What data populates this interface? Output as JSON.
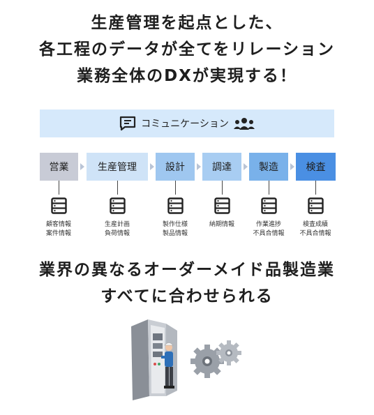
{
  "headline_top": {
    "lines": [
      "生産管理を起点とした、",
      "各工程のデータが全てをリレーション",
      "業務全体のDXが実現する！"
    ]
  },
  "communication": {
    "label": "コミュニケーション"
  },
  "steps": [
    {
      "label": "営業",
      "color": "#c8cbd6",
      "sub": [
        "顧客情報",
        "案件情報"
      ]
    },
    {
      "label": "生産管理",
      "color": "#cfe3f7",
      "sub": [
        "生産計画",
        "負荷情報"
      ]
    },
    {
      "label": "設計",
      "color": "#9fc7f0",
      "sub": [
        "製作仕様",
        "製品情報"
      ]
    },
    {
      "label": "調達",
      "color": "#a8cdf2",
      "sub": [
        "納期情報"
      ]
    },
    {
      "label": "製造",
      "color": "#79b1ea",
      "sub": [
        "作業進捗",
        "不具合情報"
      ]
    },
    {
      "label": "検査",
      "color": "#4a8fe3",
      "sub": [
        "検査成績",
        "不具合情報"
      ]
    }
  ],
  "headline_bottom": {
    "lines": [
      "業界の異なるオーダーメイド品製造業",
      "すべてに合わせられる"
    ]
  },
  "icons": {
    "chat": "chat-icon",
    "users": "group-icon",
    "database": "database-icon",
    "cabinet": "control-cabinet-illustration",
    "gears": "gears-illustration"
  }
}
